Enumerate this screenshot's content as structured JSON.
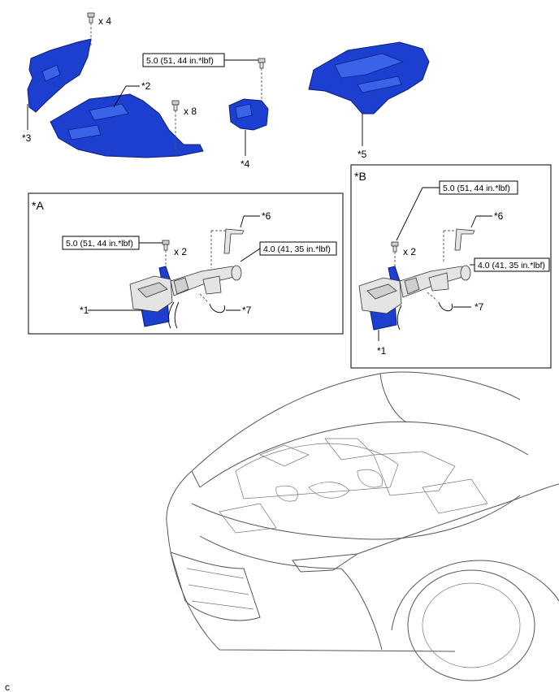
{
  "bolt_counts": {
    "qty_4": "x 4",
    "qty_8": "x 8",
    "qty_2_a": "x 2",
    "qty_2_b": "x 2"
  },
  "callouts": {
    "c1_a": "*1",
    "c1_b": "*1",
    "c2": "*2",
    "c3": "*3",
    "c4": "*4",
    "c5": "*5",
    "c6_a": "*6",
    "c6_b": "*6",
    "c7_a": "*7",
    "c7_b": "*7"
  },
  "sections": {
    "a": "*A",
    "b": "*B"
  },
  "torque": {
    "top": "5.0 (51, 44 in.*lbf)",
    "a_bolt": "5.0 (51, 44 in.*lbf)",
    "a_clamp": "4.0 (41, 35 in.*lbf)",
    "b_bolt": "5.0 (51, 44 in.*lbf)",
    "b_clamp": "4.0 (41, 35 in.*lbf)"
  },
  "corner_mark": "c",
  "colors": {
    "part_blue": "#1c3fd0",
    "outline": "#000000",
    "car_line": "#555555"
  }
}
